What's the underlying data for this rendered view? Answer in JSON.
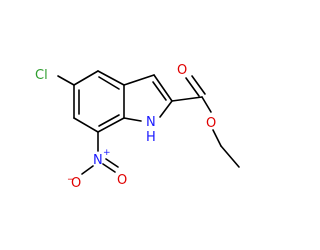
{
  "molecule": {
    "atoms": {
      "chlorine": "Cl",
      "ring_nh": "N",
      "ring_nh_h": "H",
      "nitro_n": "N",
      "nitro_n_charge": "+",
      "nitro_o_minus": "O",
      "nitro_o_minus_charge": "−",
      "nitro_o_double": "O",
      "ester_carbonyl_o": "O",
      "ester_ether_o": "O"
    },
    "colors": {
      "bond": "#000000",
      "oxygen": "#e00000",
      "nitrogen": "#1a1aff",
      "chlorine": "#2e9e2e"
    }
  }
}
